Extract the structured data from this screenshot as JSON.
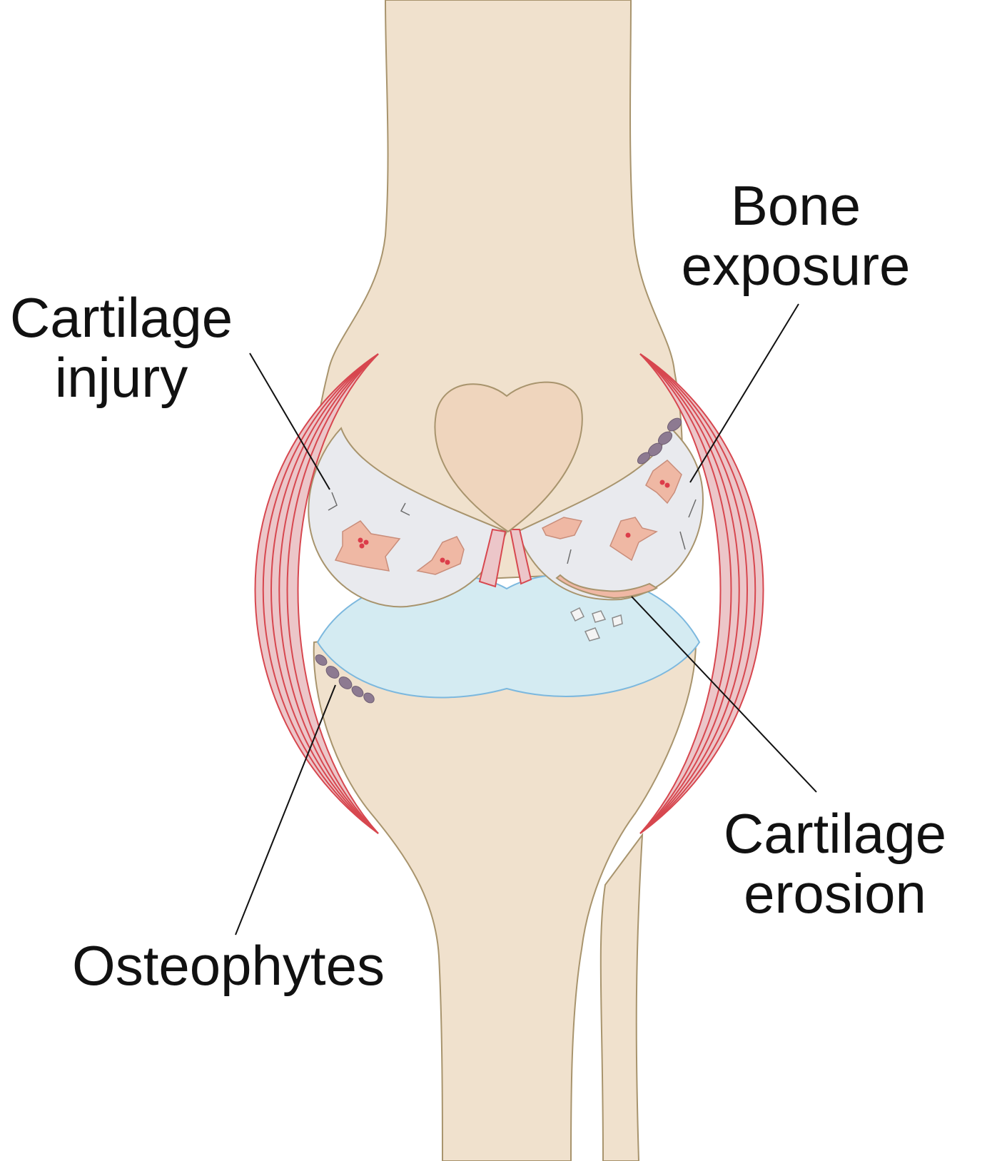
{
  "labels": {
    "bone_exposure": {
      "line1": "Bone",
      "line2": "exposure"
    },
    "cartilage_injury": {
      "line1": "Cartilage",
      "line2": "injury"
    },
    "cartilage_erosion": {
      "line1": "Cartilage",
      "line2": "erosion"
    },
    "osteophytes": "Osteophytes"
  },
  "colors": {
    "bone": "#f0e1cd",
    "bone_outline": "#a8946d",
    "patella": "#efd5bd",
    "cartilage": "#e9eaee",
    "meniscus": "#d4ebf2",
    "meniscus_outline": "#7cb8de",
    "ligament_fill": "#ecc6c9",
    "ligament_line": "#d7474f",
    "lesion": "#efb8a4",
    "lesion_dot": "#dc3d4a",
    "osteophyte": "#8d7a91",
    "leader_line": "#111111"
  }
}
